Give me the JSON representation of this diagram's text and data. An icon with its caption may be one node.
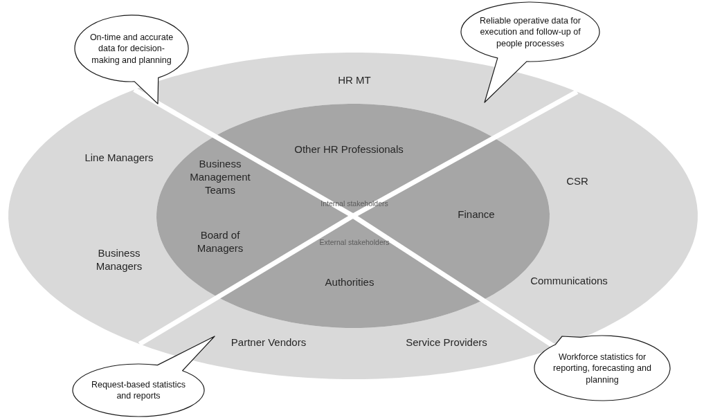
{
  "diagram": {
    "nodes": [
      {
        "text": [
          "On-time and accurate data for decision-making and planning"
        ]
      },
      {
        "text": [
          "Reliable operative data for execution and follow-up of people processes"
        ]
      },
      {
        "text": [
          "Workforce statistics for reporting, forecasting and planning"
        ]
      },
      {
        "text": [
          "Request-based statistics and reports"
        ]
      }
    ],
    "labels": [
      "HR MT",
      "Line Managers",
      "Other HR Professionals",
      "CSR",
      "Business Management Teams",
      "Internal stakeholders",
      "Finance",
      "External stakeholders",
      "Board of Managers",
      "Business Managers",
      "Authorities",
      "Communications",
      "Partner Vendors",
      "Service Providers"
    ]
  }
}
